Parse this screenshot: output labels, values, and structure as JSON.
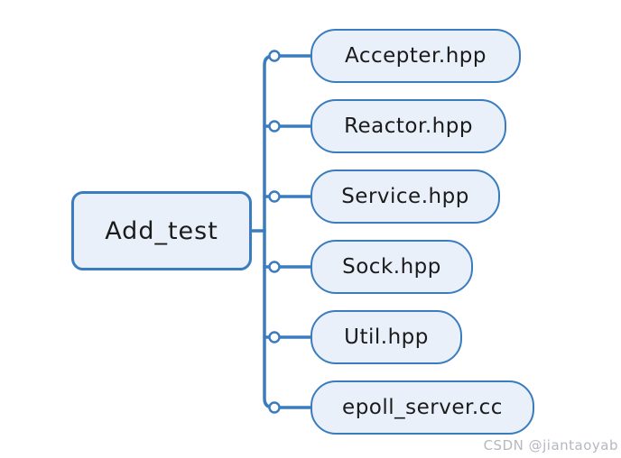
{
  "diagram": {
    "root": {
      "label": "Add_test"
    },
    "children": [
      {
        "label": "Accepter.hpp"
      },
      {
        "label": "Reactor.hpp"
      },
      {
        "label": "Service.hpp"
      },
      {
        "label": "Sock.hpp"
      },
      {
        "label": "Util.hpp"
      },
      {
        "label": "epoll_server.cc"
      }
    ],
    "colors": {
      "line": "#3a7cbe",
      "node_fill": "#e9f0fa",
      "text": "#1b1b1b",
      "watermark": "#b4b8bf",
      "background": "#ffffff"
    }
  },
  "watermark": {
    "text": "CSDN @jiantaoyab"
  }
}
